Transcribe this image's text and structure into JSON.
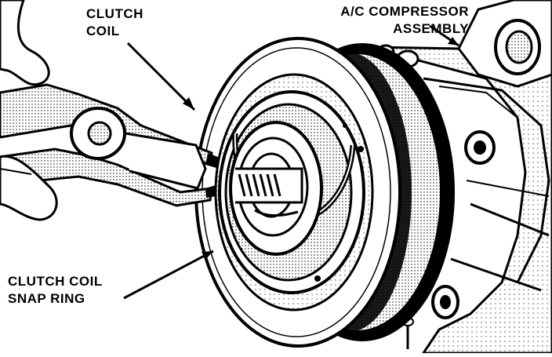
{
  "labels": {
    "clutch_coil": [
      "CLUTCH",
      "COIL"
    ],
    "compressor_assembly": [
      "A/C COMPRESSOR",
      "ASSEMBLY"
    ],
    "snap_ring": [
      "CLUTCH COIL",
      "SNAP RING"
    ]
  },
  "colors": {
    "ink": "#000000",
    "paper": "#ffffff",
    "shade": "#555555"
  }
}
